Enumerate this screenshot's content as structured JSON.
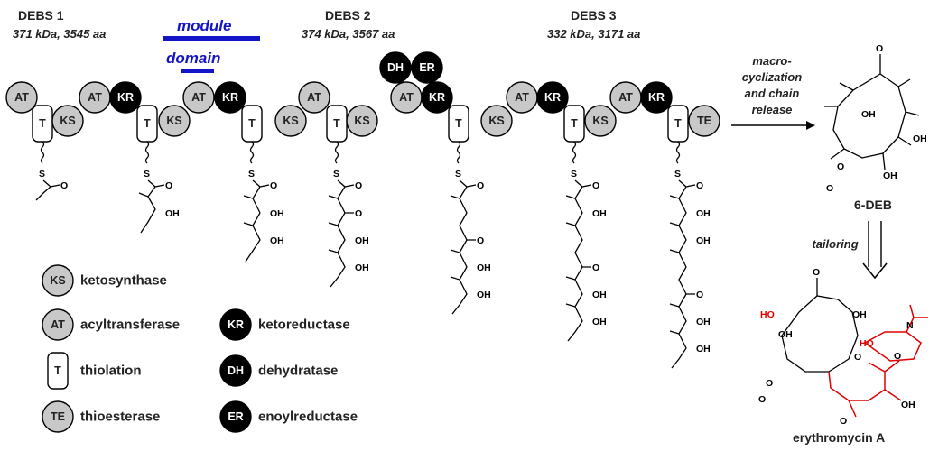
{
  "modules": [
    {
      "name": "DEBS 1",
      "info": "371 kDa, 3545 aa"
    },
    {
      "name": "DEBS 2",
      "info": "374 kDa, 3567 aa"
    },
    {
      "name": "DEBS 3",
      "info": "332 kDa, 3171 aa"
    }
  ],
  "scale_labels": {
    "module": "module",
    "domain": "domain"
  },
  "domain_abbrev": {
    "KS": "KS",
    "AT": "AT",
    "KR": "KR",
    "T": "T",
    "DH": "DH",
    "ER": "ER",
    "TE": "TE"
  },
  "legend": [
    {
      "abbr": "KS",
      "label": "ketosynthase"
    },
    {
      "abbr": "AT",
      "label": "acyltransferase"
    },
    {
      "abbr": "T",
      "label": "thiolation"
    },
    {
      "abbr": "TE",
      "label": "thioesterase"
    },
    {
      "abbr": "KR",
      "label": "ketoreductase"
    },
    {
      "abbr": "DH",
      "label": "dehydratase"
    },
    {
      "abbr": "ER",
      "label": "enoylreductase"
    }
  ],
  "steps": {
    "macro": [
      "macro-",
      "cyclization",
      "and chain",
      "release"
    ],
    "tailoring": "tailoring"
  },
  "products": {
    "deb": "6-DEB",
    "ery": "erythromycin A"
  },
  "chem_labels": {
    "S": "S",
    "O": "O",
    "OH": "OH",
    "HO": "HO",
    "N": "N"
  },
  "colors": {
    "grey_domain": "#c8c8c8",
    "black_domain": "#000000",
    "scale_blue": "#1515c8",
    "sugar_red": "#e00000"
  }
}
